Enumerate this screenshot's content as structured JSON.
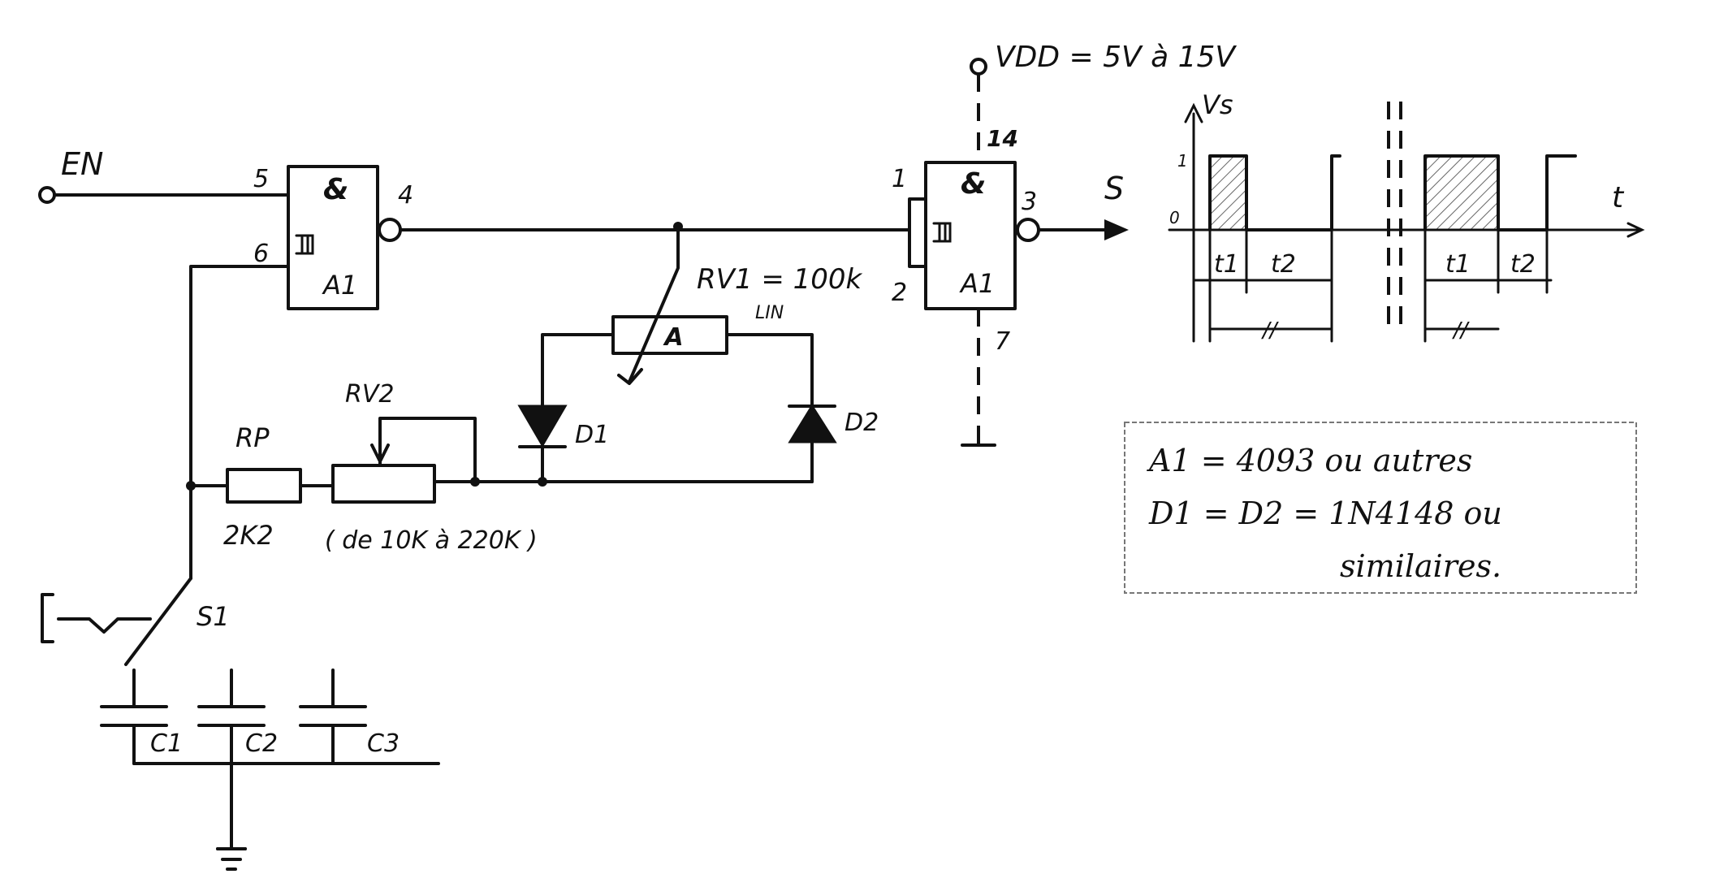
{
  "supply": {
    "label": "VDD = 5V à 15V"
  },
  "inputs": {
    "enable": "EN"
  },
  "gate_left": {
    "name": "A1",
    "pin_in_a": "5",
    "pin_in_b": "6",
    "pin_out": "4",
    "symbol": "&"
  },
  "gate_right": {
    "name": "A1",
    "pin_in_a": "1",
    "pin_in_b": "2",
    "pin_out": "3",
    "pin_vdd": "14",
    "pin_gnd": "7",
    "symbol": "&"
  },
  "output": {
    "label": "S"
  },
  "rv1": {
    "label": "RV1 = 100k",
    "taper": "LIN",
    "marker": "A"
  },
  "rv2": {
    "label": "RV2",
    "range": "( de 10K à 220K )"
  },
  "rp": {
    "label": "RP",
    "value": "2K2"
  },
  "diodes": {
    "d1": "D1",
    "d2": "D2"
  },
  "switch": {
    "label": "S1"
  },
  "capacitors": [
    "C1",
    "C2",
    "C3"
  ],
  "waveform": {
    "y_label": "Vs",
    "x_label": "t",
    "level_high": "1",
    "level_low": "0",
    "t1": "t1",
    "t2": "t2",
    "period_mark": "//"
  },
  "note": {
    "line1": "A1 = 4093 ou autres",
    "line2": "D1 = D2 = 1N4148 ou",
    "line3": "similaires."
  }
}
